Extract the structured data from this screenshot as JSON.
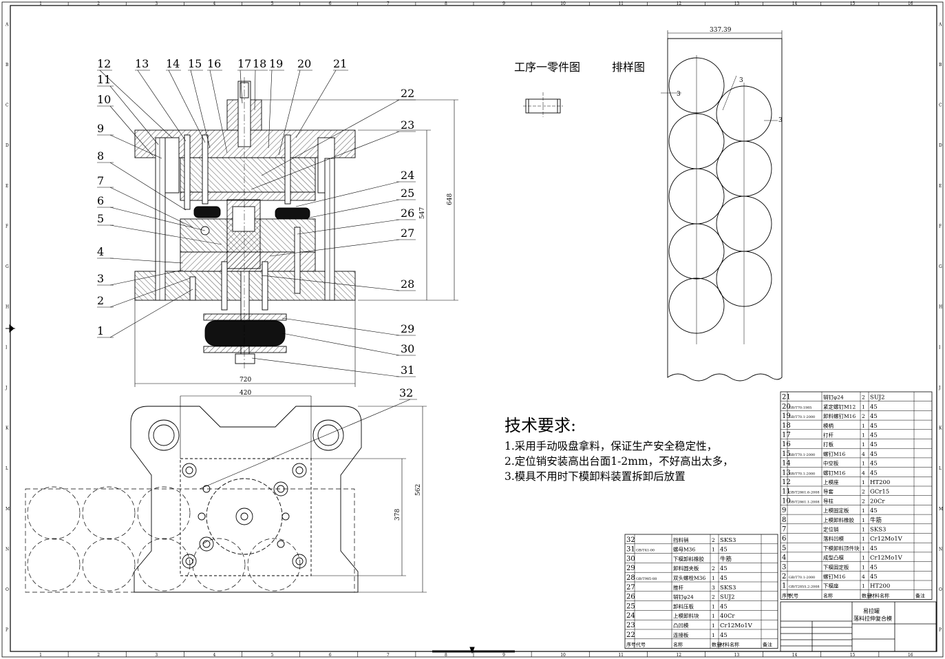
{
  "frame": {
    "col_ticks": [
      "1",
      "2",
      "3",
      "4",
      "5",
      "6",
      "7",
      "8",
      "9",
      "10",
      "11",
      "12",
      "13",
      "14",
      "15",
      "16"
    ],
    "row_ticks": [
      "A",
      "B",
      "C",
      "D",
      "E",
      "F",
      "G",
      "H",
      "I",
      "J",
      "K",
      "L",
      "M",
      "N",
      "O",
      "P"
    ]
  },
  "section_view": {
    "callouts_top": [
      "12",
      "13",
      "14",
      "15",
      "16",
      "17",
      "18",
      "19",
      "20",
      "21"
    ],
    "callouts_left": [
      "11",
      "10",
      "9",
      "8",
      "7",
      "6",
      "5",
      "4",
      "3",
      "2",
      "1"
    ],
    "callouts_right": [
      "22",
      "23",
      "24",
      "25",
      "26",
      "27",
      "28",
      "29",
      "30",
      "31"
    ],
    "dim_width": "720",
    "dim_height_inner": "547",
    "dim_height_outer": "648"
  },
  "plan_view": {
    "callout": "32",
    "dim_width": "420",
    "dim_height_inner": "378",
    "dim_height_outer": "562"
  },
  "process_label": "工序一零件图",
  "layout_label": "排样图",
  "strip": {
    "width": "337.39",
    "dim_a": "3",
    "dim_b": "3",
    "dim_c": "3"
  },
  "tech": {
    "title": "技术要求:",
    "items": [
      "1.采用手动吸盘拿料，保证生产安全稳定性，",
      "2.定位销安装高出台面1-2mm，不好高出太多，",
      "3.模具不用时下模卸料装置拆卸后放置"
    ]
  },
  "bom_right": [
    {
      "no": "21",
      "std": "",
      "name": "销钉φ24",
      "qty": "2",
      "mat": "SUJ2"
    },
    {
      "no": "20",
      "std": "GB/T70-1985",
      "name": "紧定螺钉M12",
      "qty": "1",
      "mat": "45"
    },
    {
      "no": "19",
      "std": "GB/T70.1-2000",
      "name": "卸料螺钉M16",
      "qty": "2",
      "mat": "45"
    },
    {
      "no": "18",
      "std": "",
      "name": "模柄",
      "qty": "1",
      "mat": "45"
    },
    {
      "no": "17",
      "std": "",
      "name": "打杆",
      "qty": "1",
      "mat": "45"
    },
    {
      "no": "16",
      "std": "",
      "name": "打板",
      "qty": "1",
      "mat": "45"
    },
    {
      "no": "15",
      "std": "GB/T70.1-2000",
      "name": "螺钉M16",
      "qty": "4",
      "mat": "45"
    },
    {
      "no": "14",
      "std": "",
      "name": "中空板",
      "qty": "1",
      "mat": "45"
    },
    {
      "no": "13",
      "std": "GB/T70.1-2000",
      "name": "螺钉M16",
      "qty": "4",
      "mat": "45"
    },
    {
      "no": "12",
      "std": "",
      "name": "上模座",
      "qty": "1",
      "mat": "HT200"
    },
    {
      "no": "11",
      "std": "GB/T2861.6-2008",
      "name": "导套",
      "qty": "2",
      "mat": "GCr15"
    },
    {
      "no": "10",
      "std": "GB/T2861.1-2008",
      "name": "导柱",
      "qty": "2",
      "mat": "20Cr"
    },
    {
      "no": "9",
      "std": "",
      "name": "上模固定板",
      "qty": "1",
      "mat": "45"
    },
    {
      "no": "8",
      "std": "",
      "name": "上模卸料橡胶",
      "qty": "1",
      "mat": "牛筋"
    },
    {
      "no": "7",
      "std": "",
      "name": "定位销",
      "qty": "1",
      "mat": "SKS3"
    },
    {
      "no": "6",
      "std": "",
      "name": "落料凹模",
      "qty": "1",
      "mat": "Cr12Mo1V"
    },
    {
      "no": "5",
      "std": "",
      "name": "下模卸料顶件块",
      "qty": "1",
      "mat": "45"
    },
    {
      "no": "4",
      "std": "",
      "name": "成型凸模",
      "qty": "1",
      "mat": "Cr12Mo1V"
    },
    {
      "no": "3",
      "std": "",
      "name": "下模固定板",
      "qty": "1",
      "mat": "45"
    },
    {
      "no": "2",
      "std": "GB/T70.1-2000",
      "name": "螺钉M16",
      "qty": "4",
      "mat": "45"
    },
    {
      "no": "1",
      "std": "GB/T2855.2-2008",
      "name": "下模座",
      "qty": "1",
      "mat": "HT200"
    }
  ],
  "bom_right_header": {
    "no": "序号",
    "std": "代号",
    "name": "名称",
    "qty": "数量",
    "mat": "材料名称",
    "note": "备注"
  },
  "bom_left": [
    {
      "no": "32",
      "std": "",
      "name": "挡料销",
      "qty": "2",
      "mat": "SKS3"
    },
    {
      "no": "31",
      "std": "GB/T41-00",
      "name": "螺母M36",
      "qty": "1",
      "mat": "45"
    },
    {
      "no": "30",
      "std": "",
      "name": "下模卸料橡胶",
      "qty": "",
      "mat": "牛筋"
    },
    {
      "no": "29",
      "std": "",
      "name": "卸料圆夹板",
      "qty": "2",
      "mat": "45"
    },
    {
      "no": "28",
      "std": "GB/T985-88",
      "name": "双头螺栓M36",
      "qty": "1",
      "mat": "45"
    },
    {
      "no": "27",
      "std": "",
      "name": "推杆",
      "qty": "3",
      "mat": "SKS3"
    },
    {
      "no": "26",
      "std": "",
      "name": "销钉φ24",
      "qty": "2",
      "mat": "SUJ2"
    },
    {
      "no": "25",
      "std": "",
      "name": "卸料压板",
      "qty": "1",
      "mat": "45"
    },
    {
      "no": "24",
      "std": "",
      "name": "上模卸料块",
      "qty": "1",
      "mat": "40Cr"
    },
    {
      "no": "23",
      "std": "",
      "name": "凸凹模",
      "qty": "1",
      "mat": "Cr12Mo1V"
    },
    {
      "no": "22",
      "std": "",
      "name": "连接板",
      "qty": "1",
      "mat": "45"
    }
  ],
  "bom_left_header": {
    "no": "序号",
    "std": "代号",
    "name": "名称",
    "qty": "数量",
    "mat": "材料名称",
    "note": "备注"
  },
  "title_block": {
    "line1": "易拉罐",
    "line2": "落料拉伸复合模"
  }
}
